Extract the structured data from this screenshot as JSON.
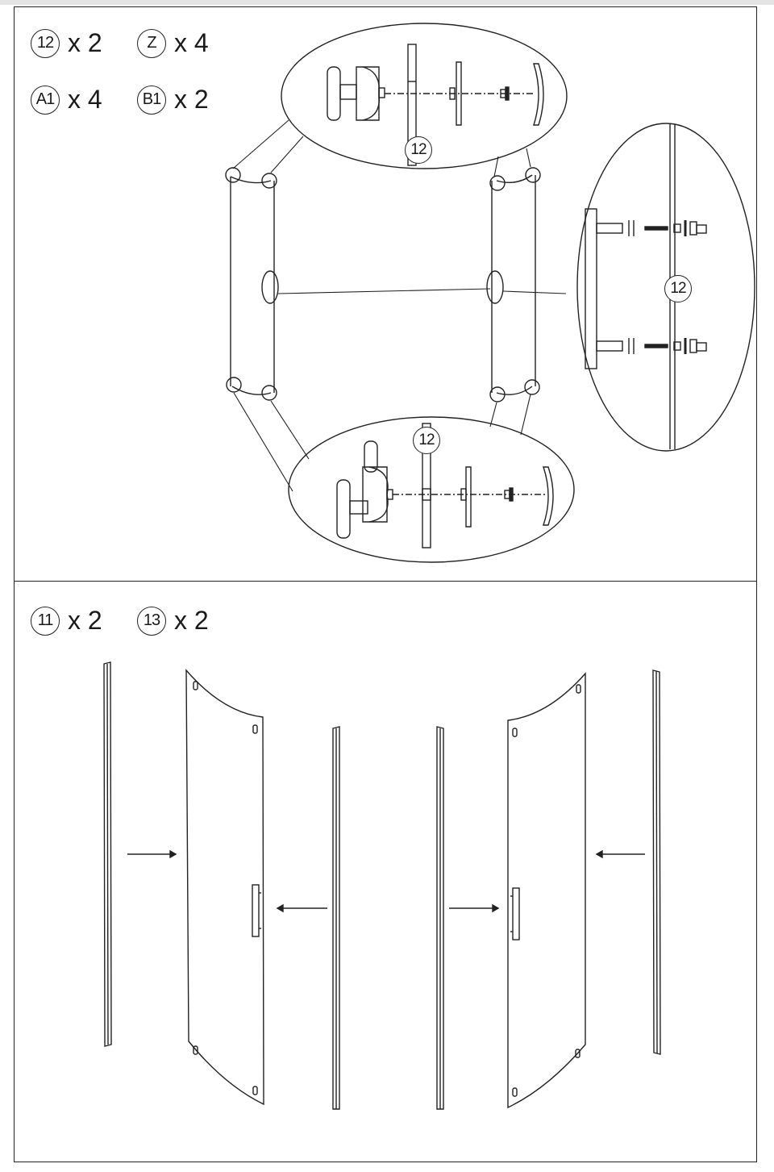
{
  "step_a": {
    "parts": [
      {
        "id": "12",
        "qty": "x 2"
      },
      {
        "id": "Z",
        "qty": "x 4"
      },
      {
        "id": "A1",
        "qty": "x 4"
      },
      {
        "id": "B1",
        "qty": "x 2"
      }
    ],
    "callouts": [
      "12",
      "12",
      "12"
    ]
  },
  "step_b": {
    "parts": [
      {
        "id": "11",
        "qty": "x 2"
      },
      {
        "id": "13",
        "qty": "x 2"
      }
    ]
  },
  "colors": {
    "line": "#222222",
    "background": "#ffffff",
    "frame": "#e4e4e4"
  },
  "icons": [
    "arrow-right-icon",
    "arrow-left-icon",
    "screw-icon",
    "hinge-bracket-icon"
  ]
}
